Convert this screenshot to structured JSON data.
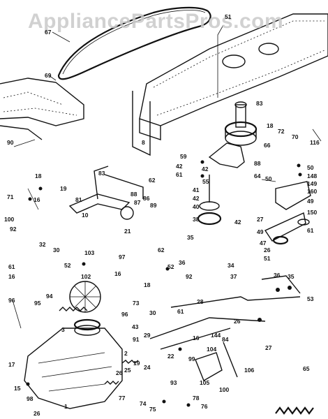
{
  "watermark": "AppliancePartsPros.com",
  "callouts": [
    {
      "id": "c51",
      "text": "51"
    },
    {
      "id": "c67",
      "text": "67"
    },
    {
      "id": "c69",
      "text": "69"
    },
    {
      "id": "c83",
      "text": "83"
    },
    {
      "id": "c18a",
      "text": "18"
    },
    {
      "id": "c72",
      "text": "72"
    },
    {
      "id": "c70",
      "text": "70"
    },
    {
      "id": "c116",
      "text": "116"
    },
    {
      "id": "c90",
      "text": "90"
    },
    {
      "id": "c8",
      "text": "8"
    },
    {
      "id": "c59",
      "text": "59"
    },
    {
      "id": "c42a",
      "text": "42"
    },
    {
      "id": "c61a",
      "text": "61"
    },
    {
      "id": "c66",
      "text": "66"
    },
    {
      "id": "c88",
      "text": "88"
    },
    {
      "id": "c42b",
      "text": "42"
    },
    {
      "id": "c64",
      "text": "64"
    },
    {
      "id": "c50a",
      "text": "50"
    },
    {
      "id": "c50b",
      "text": "50"
    },
    {
      "id": "c148",
      "text": "148"
    },
    {
      "id": "c149",
      "text": "149"
    },
    {
      "id": "c160",
      "text": "160"
    },
    {
      "id": "c18b",
      "text": "18"
    },
    {
      "id": "c83b",
      "text": "83"
    },
    {
      "id": "c62",
      "text": "62"
    },
    {
      "id": "c19",
      "text": "19"
    },
    {
      "id": "c71",
      "text": "71"
    },
    {
      "id": "c16a",
      "text": "16"
    },
    {
      "id": "c81",
      "text": "81"
    },
    {
      "id": "c88b",
      "text": "88"
    },
    {
      "id": "c87",
      "text": "87"
    },
    {
      "id": "c86",
      "text": "86"
    },
    {
      "id": "c89",
      "text": "89"
    },
    {
      "id": "c55",
      "text": "55"
    },
    {
      "id": "c41",
      "text": "41"
    },
    {
      "id": "c42c",
      "text": "42"
    },
    {
      "id": "c40",
      "text": "40"
    },
    {
      "id": "c49",
      "text": "49"
    },
    {
      "id": "c100a",
      "text": "100"
    },
    {
      "id": "c92a",
      "text": "92"
    },
    {
      "id": "c10",
      "text": "10"
    },
    {
      "id": "c27a",
      "text": "27"
    },
    {
      "id": "c150",
      "text": "150"
    },
    {
      "id": "c38",
      "text": "38"
    },
    {
      "id": "c42d",
      "text": "42"
    },
    {
      "id": "c49b",
      "text": "49"
    },
    {
      "id": "c61b",
      "text": "61"
    },
    {
      "id": "c21",
      "text": "21"
    },
    {
      "id": "c47",
      "text": "47"
    },
    {
      "id": "c62b",
      "text": "62"
    },
    {
      "id": "c35a",
      "text": "35"
    },
    {
      "id": "c26a",
      "text": "26"
    },
    {
      "id": "c51b",
      "text": "51"
    },
    {
      "id": "c32",
      "text": "32"
    },
    {
      "id": "c30a",
      "text": "30"
    },
    {
      "id": "c103",
      "text": "103"
    },
    {
      "id": "c97",
      "text": "97"
    },
    {
      "id": "c36",
      "text": "36"
    },
    {
      "id": "c61c",
      "text": "61"
    },
    {
      "id": "c52a",
      "text": "52"
    },
    {
      "id": "c16b",
      "text": "16"
    },
    {
      "id": "c102",
      "text": "102"
    },
    {
      "id": "c16c",
      "text": "16"
    },
    {
      "id": "c52b",
      "text": "52"
    },
    {
      "id": "c34",
      "text": "34"
    },
    {
      "id": "c37",
      "text": "37"
    },
    {
      "id": "c35b",
      "text": "35"
    },
    {
      "id": "c36b",
      "text": "36"
    },
    {
      "id": "c18c",
      "text": "18"
    },
    {
      "id": "c92b",
      "text": "92"
    },
    {
      "id": "c94",
      "text": "94"
    },
    {
      "id": "c73",
      "text": "73"
    },
    {
      "id": "c96a",
      "text": "96"
    },
    {
      "id": "c95",
      "text": "95"
    },
    {
      "id": "c96b",
      "text": "96"
    },
    {
      "id": "c61d",
      "text": "61"
    },
    {
      "id": "c28",
      "text": "28"
    },
    {
      "id": "c53",
      "text": "53"
    },
    {
      "id": "c3",
      "text": "3"
    },
    {
      "id": "c43",
      "text": "43"
    },
    {
      "id": "c30b",
      "text": "30"
    },
    {
      "id": "c26b",
      "text": "26"
    },
    {
      "id": "c29",
      "text": "29"
    },
    {
      "id": "c91",
      "text": "91"
    },
    {
      "id": "c16d",
      "text": "16"
    },
    {
      "id": "c144",
      "text": "144"
    },
    {
      "id": "c84",
      "text": "84"
    },
    {
      "id": "c104",
      "text": "104"
    },
    {
      "id": "c27b",
      "text": "27"
    },
    {
      "id": "c22",
      "text": "22"
    },
    {
      "id": "c19b",
      "text": "19"
    },
    {
      "id": "c99",
      "text": "99"
    },
    {
      "id": "c24",
      "text": "24"
    },
    {
      "id": "c17",
      "text": "17"
    },
    {
      "id": "c2",
      "text": "2"
    },
    {
      "id": "c26c",
      "text": "26"
    },
    {
      "id": "c25",
      "text": "25"
    },
    {
      "id": "c93",
      "text": "93"
    },
    {
      "id": "c106",
      "text": "106"
    },
    {
      "id": "c105",
      "text": "105"
    },
    {
      "id": "c100b",
      "text": "100"
    },
    {
      "id": "c65",
      "text": "65"
    },
    {
      "id": "c15",
      "text": "15"
    },
    {
      "id": "c98",
      "text": "98"
    },
    {
      "id": "c77",
      "text": "77"
    },
    {
      "id": "c78",
      "text": "78"
    },
    {
      "id": "c74",
      "text": "74"
    },
    {
      "id": "c75",
      "text": "75"
    },
    {
      "id": "c76",
      "text": "76"
    },
    {
      "id": "c1",
      "text": "1"
    },
    {
      "id": "c26d",
      "text": "26"
    }
  ]
}
